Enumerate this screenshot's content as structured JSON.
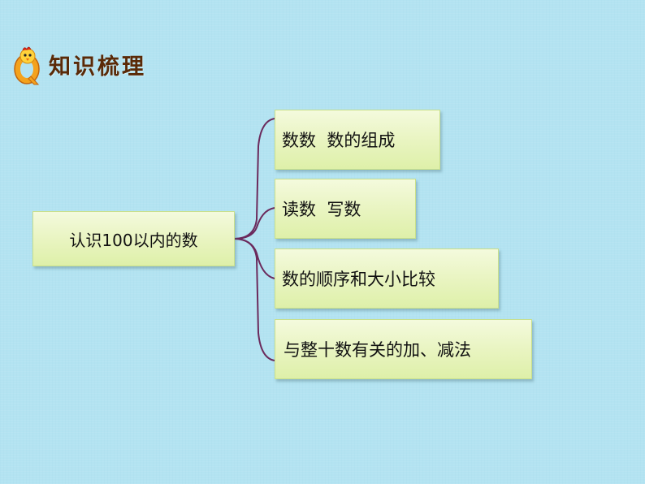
{
  "title": "知识梳理",
  "logo_icon": "chick-q-icon",
  "root_label": "认识100以内的数",
  "branches": [
    {
      "label": "数数  数的组成"
    },
    {
      "label": "读数  写数"
    },
    {
      "label": "数的顺序和大小比较"
    },
    {
      "label": "与整十数有关的加、减法"
    }
  ],
  "colors": {
    "background": "#b3e3f1",
    "box_fill": "#e8f4bf",
    "connector": "#6b2a5c",
    "title": "#5a2a08"
  }
}
